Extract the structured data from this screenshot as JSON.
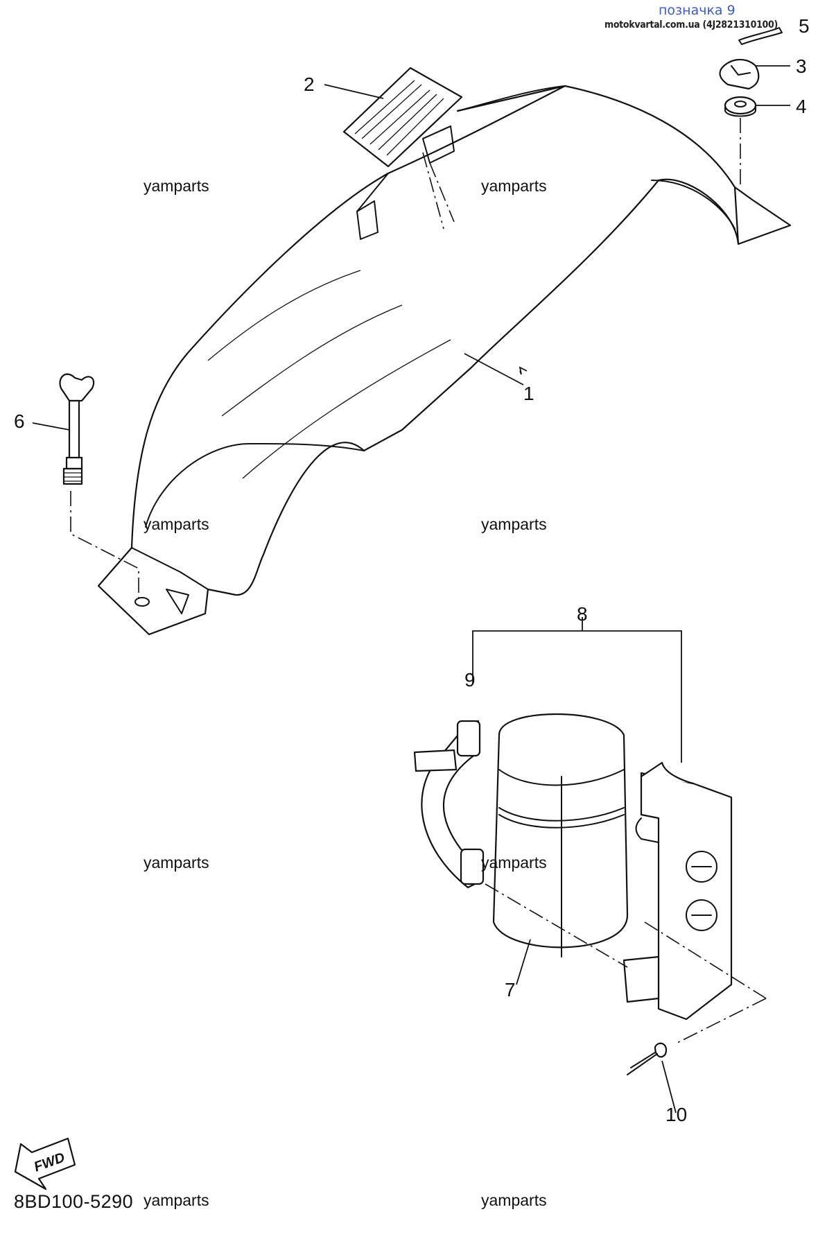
{
  "header": {
    "title": "позначка 9",
    "source": "motokvartal.com.ua (4J2821310100)"
  },
  "watermarks": [
    {
      "text": "yamparts"
    },
    {
      "text": "yamparts"
    },
    {
      "text": "yamparts"
    },
    {
      "text": "yamparts"
    },
    {
      "text": "yamparts"
    },
    {
      "text": "yamparts"
    },
    {
      "text": "yamparts"
    },
    {
      "text": "yamparts"
    }
  ],
  "callouts": [
    "1",
    "2",
    "3",
    "4",
    "5",
    "6",
    "7",
    "8",
    "9",
    "10"
  ],
  "fwd_label": "FWD",
  "diagram_code": "8BD100-5290"
}
